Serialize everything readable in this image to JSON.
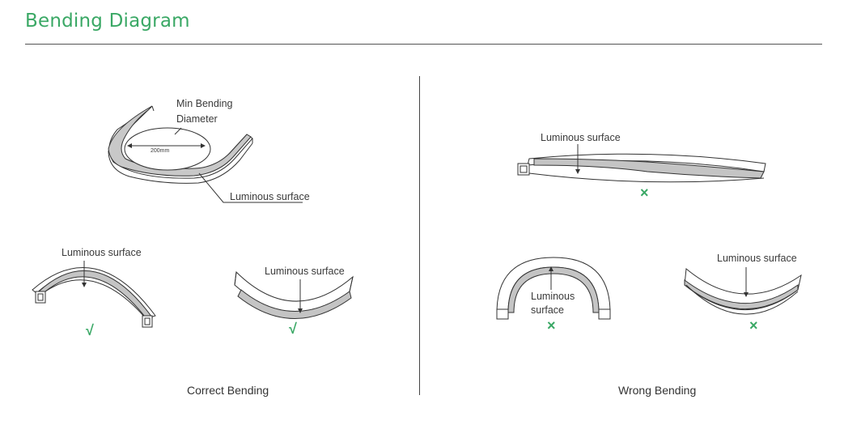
{
  "header": {
    "title": "Bending Diagram"
  },
  "labels": {
    "min_bending_line1": "Min Bending",
    "min_bending_line2": "Diameter",
    "diameter_value": "200mm",
    "luminous_surface": "Luminous surface",
    "luminous_surface_split_1": "Luminous",
    "luminous_surface_split_2": "surface"
  },
  "captions": {
    "correct": "Correct Bending",
    "wrong": "Wrong Bending"
  },
  "marks": {
    "check": "√",
    "cross": "×"
  },
  "colors": {
    "accent": "#3aa865",
    "surface_gray": "#c4c4c4",
    "line": "#333333"
  }
}
